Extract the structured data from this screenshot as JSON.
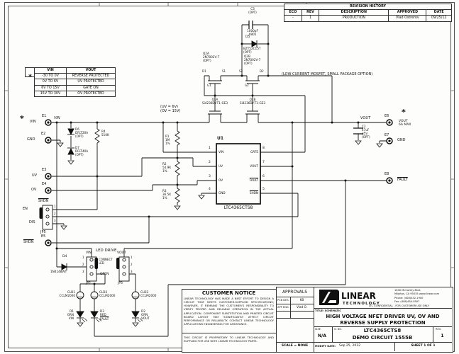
{
  "revision_history": {
    "title": "REVISION HISTORY",
    "headers": [
      "ECO",
      "REV",
      "DESCRIPTION",
      "APPROVED",
      "DATE"
    ],
    "row": [
      "-",
      "1",
      "PRODUCTION",
      "Vlad Ostrerov",
      "09/25/12"
    ]
  },
  "threshold_table": {
    "star": "*",
    "col_vin": "VIN",
    "col_vout": "VOUT",
    "rows": [
      [
        "-30 TO 0V",
        "REVERSE PROTECTED"
      ],
      [
        "0V TO 6V",
        "UV PROTECTED"
      ],
      [
        "6V TO 15V",
        "GATE ON"
      ],
      [
        "15V TO 30V",
        "OV PROTECTED"
      ]
    ]
  },
  "schematic": {
    "u1": {
      "ref": "U1",
      "part": "LTC4365CTS8",
      "pins_left": [
        {
          "n": "1",
          "name": "VIN"
        },
        {
          "n": "2",
          "name": "UV"
        },
        {
          "n": "3",
          "name": "OV"
        },
        {
          "n": "4",
          "name": "GND"
        }
      ],
      "pins_right": [
        {
          "n": "8",
          "name": "GATE"
        },
        {
          "n": "7",
          "name": "VOUT"
        },
        {
          "n": "6",
          "name": "FAULT"
        },
        {
          "n": "5",
          "name": "SHDN"
        }
      ]
    },
    "notes": {
      "uv_ov": "(UV = 6V)\n(OV = 15V)",
      "mosfet_option": "(LOW CURRENT MOSFET, SMALL PACKAGE OPTION)",
      "led_drive": "LED DRIVE"
    },
    "labels": {
      "star": "*",
      "e1": "E1",
      "e1_name": "VIN",
      "vin_net": "VIN",
      "e2": "E2",
      "e2_name": "GND",
      "e3": "E3",
      "e3_name": "UV",
      "e4": "E4",
      "e4_name": "OV",
      "e5": "E5",
      "e5_name": "SHDN",
      "e6": "E6",
      "e6_name": "VOUT\n6A MAX",
      "vout_net": "VOUT",
      "e7": "E7",
      "e7_name": "GND",
      "e8": "E8",
      "e8_name": "FAULT",
      "d4": "D4",
      "d4_part": "1N4148WT",
      "d5": "D5",
      "d5_part": "BZT52C15T\n(OPT)",
      "d6": "D6\nDFLT20A\n(OPT)",
      "d7": "D7\nDFLT40A\n(OPT)",
      "r1": "R1\n1M\n1%",
      "r2": "R2\n54.9K\n1%",
      "r3": "R3\n36.5K\n1%",
      "r4": "R4\n510K",
      "c2": "C2\n47uF\n35V\n(OPT)",
      "c3": "C3\n(OPT)",
      "c3_value": "1000pF\n0805",
      "q1a": "Q1A\nSi4236DY-T1-GE3",
      "q1b": "Q1B\nSi4236DY-T1-GE3",
      "q2a": "Q2A\n2N7002V-7\n(OPT)",
      "q2b": "Q2B\n2N7002V-7\n(OPT)",
      "g1": "G1",
      "g2": "G2",
      "d1_pin": "D1",
      "s1_pin": "S1",
      "s2_pin": "S2",
      "d2_pin": "D2",
      "jp5_title": "SHDN",
      "jp5": "JP5",
      "en": "EN",
      "dis": "DIS",
      "jp2_title": "VIN",
      "jp2": "JP2",
      "jp3_title": "VOUT",
      "jp3": "JP3",
      "connect_led": "CONNECT\nLED",
      "open": "OPEN",
      "pin1": "1",
      "pin2": "2",
      "pin3": "3",
      "cld1": "CLD1\nCCLM2000",
      "cld3": "CLD3\nCCLM2000",
      "cld2": "CLD2\nCCLM2000",
      "led_d1": "D1\nGRN\nVIN",
      "led_d3": "D3\nRED",
      "led_d3_fault": "FAULT",
      "led_d2": "D2\nGRN\nVOUT"
    }
  },
  "customer_notice": {
    "title": "CUSTOMER NOTICE",
    "body": "LINEAR TECHNOLOGY HAS MADE A BEST EFFORT TO DESIGN A CIRCUIT THAT MEETS CUSTOMER-SUPPLIED SPECIFICATIONS; HOWEVER, IT REMAINS THE CUSTOMER'S RESPONSIBILITY TO VERIFY PROPER AND RELIABLE OPERATION IN THE ACTUAL APPLICATION.  COMPONENT SUBSTITUTION AND PRINTED CIRCUIT BOARD LAYOUT MAY SIGNIFICANTLY AFFECT CIRCUIT PERFORMANCE OR RELIABILITY.  CONTACT LINEAR TECHNOLOGY APPLICATIONS ENGINEERING FOR ASSISTANCE.",
    "footer": "THIS CIRCUIT IS PROPRIETARY TO LINEAR TECHNOLOGY AND SUPPLIED FOR USE WITH LINEAR TECHNOLOGY PARTS."
  },
  "approvals": {
    "title": "APPROVALS",
    "rows": [
      {
        "label": "PCB DES.",
        "value": "KB"
      },
      {
        "label": "APP ENG.",
        "value": "Vlad O."
      }
    ],
    "scale": "SCALE = NONE"
  },
  "title_block": {
    "company": "LINEAR",
    "company2": "TECHNOLOGY",
    "address": "1630 McCarthy Blvd.\nMilpitas, CA 95035  www.linear.com\nPhone: (408)432-1900\nFax: (408)434-0507",
    "confidential": "LTC CONFIDENTIAL - FOR CUSTOMER USE ONLY",
    "title_label": "TITLE: SCHEMATIC",
    "title": "HIGH VOLTAGE NFET DRIVER UV, OV AND\nREVERSE SUPPLY PROTECTION",
    "size_label": "SIZE",
    "size": "N/A",
    "icno_label": "IC NO.",
    "part": "LTC4365CTS8",
    "circuit": "DEMO CIRCUIT 1555B",
    "rev_label": "REV.",
    "rev": "1",
    "date_label": "MODIFY DATE:",
    "date": "Sep 25, 2012",
    "sheet": "SHEET 1 OF 1"
  }
}
